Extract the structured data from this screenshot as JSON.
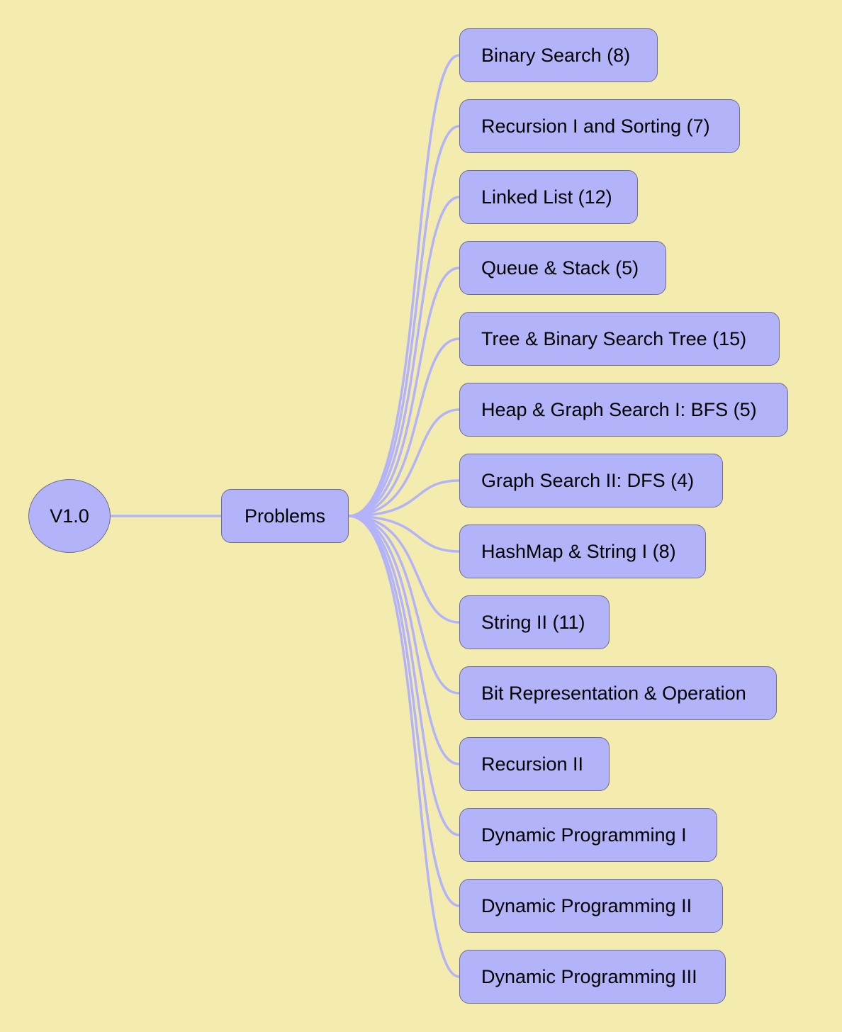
{
  "mindmap": {
    "root": {
      "label": "V1.0"
    },
    "hub": {
      "label": "Problems"
    },
    "topics": [
      {
        "key": "binary-search",
        "label": "Binary Search (8)"
      },
      {
        "key": "recursion-i-sorting",
        "label": "Recursion I and Sorting (7)"
      },
      {
        "key": "linked-list",
        "label": "Linked List (12)"
      },
      {
        "key": "queue-stack",
        "label": "Queue & Stack (5)"
      },
      {
        "key": "tree-bst",
        "label": "Tree & Binary Search Tree (15)"
      },
      {
        "key": "heap-bfs",
        "label": "Heap & Graph Search I: BFS (5)"
      },
      {
        "key": "dfs",
        "label": "Graph Search II: DFS (4)"
      },
      {
        "key": "hashmap-string-i",
        "label": "HashMap & String I (8)"
      },
      {
        "key": "string-ii",
        "label": "String II (11)"
      },
      {
        "key": "bit-ops",
        "label": "Bit Representation & Operation"
      },
      {
        "key": "recursion-ii",
        "label": "Recursion II"
      },
      {
        "key": "dp-i",
        "label": "Dynamic Programming I"
      },
      {
        "key": "dp-ii",
        "label": "Dynamic Programming II"
      },
      {
        "key": "dp-iii",
        "label": "Dynamic Programming III"
      }
    ]
  },
  "colors": {
    "background": "#f4ecae",
    "node_fill": "#b3b3fa",
    "node_border": "#6e6e8e",
    "edge": "#b3b3fa"
  }
}
